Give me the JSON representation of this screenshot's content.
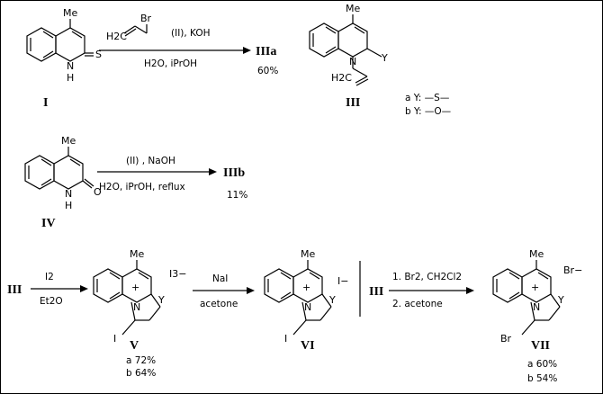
{
  "step1": {
    "reagent_above": "(II), KOH",
    "reagent_below": "H2O, iPrOH",
    "product": "IIIa",
    "yield": "60%"
  },
  "step2": {
    "reagent_above": "(II) , NaOH",
    "reagent_below": "H2O, iPrOH,   reflux",
    "product": "IIIb",
    "yield": "11%"
  },
  "step3": {
    "start": "III",
    "reagent_above": "I2",
    "reagent_below": "Et2O",
    "counter_ion": "I3−",
    "yield_a": "a 72%",
    "yield_b": "b 64%"
  },
  "step4": {
    "reagent_above": "NaI",
    "reagent_below": "acetone",
    "counter_ion": "I−"
  },
  "step5": {
    "start": "III",
    "reagent_above": "1. Br2, CH2Cl2",
    "reagent_below": "2. acetone",
    "counter_ion": "Br−",
    "yield_a": "a 60%",
    "yield_b": "b 54%"
  },
  "compounds": {
    "I": "I",
    "III": "III",
    "IV": "IV",
    "V": "V",
    "VI": "VI",
    "VII": "VII"
  },
  "legend": {
    "a": "a Y: —S—",
    "b": "b Y: —O—"
  },
  "atoms": {
    "me": "Me",
    "n": "N",
    "nh": "H",
    "s": "S",
    "o": "O",
    "y": "Y",
    "br": "Br",
    "i": "I",
    "h2c": "H2C",
    "plus": "+"
  }
}
